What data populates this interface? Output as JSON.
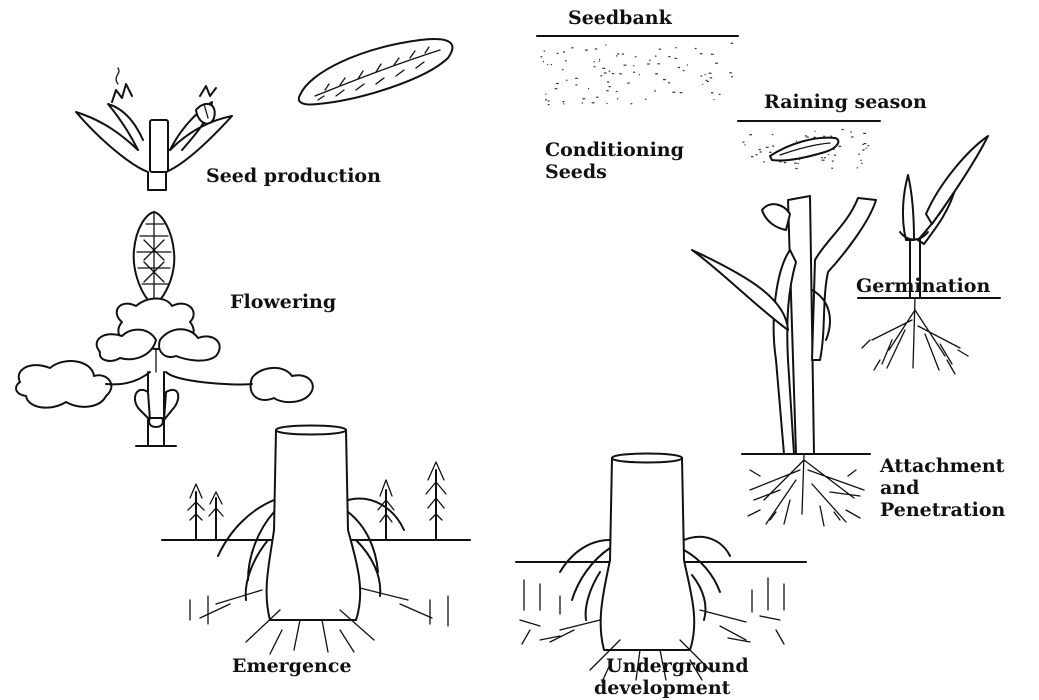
{
  "labels": {
    "seedbank": "Seedbank",
    "raining_season": "Raining season",
    "conditioning_line1": "Conditioning",
    "conditioning_line2": "Seeds",
    "germination": "Germination",
    "attachment_line1": "Attachment",
    "attachment_line2": "and",
    "attachment_line3": "Penetration",
    "underground_line1": "Underground",
    "underground_line2": "development",
    "emergence": "Emergence",
    "flowering": "Flowering",
    "seed_production": "Seed production"
  }
}
